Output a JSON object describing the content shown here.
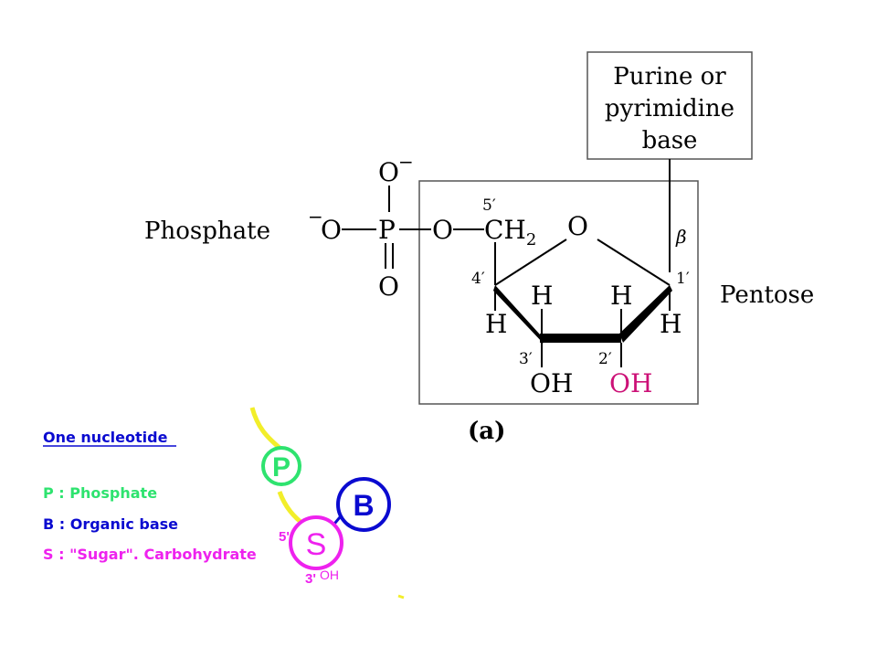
{
  "structure": {
    "base_box_lines": [
      "Purine or",
      "pyrimidine",
      "base"
    ],
    "phosphate_label": "Phosphate",
    "pentose_label": "Pentose",
    "panel_label": "(a)",
    "phosphate_group": {
      "charge_minus": "−",
      "oxygen": "O",
      "phosphorus": "P",
      "dash": "—"
    },
    "sugar": {
      "ring_oxygen": "O",
      "ch2_c": "CH",
      "ch2_sub": "2",
      "hydrogen": "H",
      "oh_3": "OH",
      "oh_2": "OH",
      "pos_5": "5′",
      "pos_4": "4′",
      "pos_3": "3′",
      "pos_2": "2′",
      "pos_1": "1′",
      "beta": "β"
    },
    "colors": {
      "text": "#000000",
      "oh_2_highlight": "#cc1177",
      "box_border": "#555555"
    }
  },
  "legend": {
    "title": "One nucleotide",
    "items": [
      {
        "key": "P",
        "text": "P : Phosphate",
        "color": "#2ee36f"
      },
      {
        "key": "B",
        "text": "B : Organic base",
        "color": "#0a0ad0"
      },
      {
        "key": "S",
        "text": "S : \"Sugar\". Carbohydrate",
        "color": "#ee22ee"
      }
    ],
    "title_color": "#0a0ad0"
  },
  "cartoon": {
    "p_letter": "P",
    "b_letter": "B",
    "s_letter": "S",
    "five_prime": "5'",
    "three_prime": "3'",
    "oh": "OH",
    "colors": {
      "phosphate": "#2ee36f",
      "base": "#0a0ad0",
      "sugar": "#ee22ee",
      "backbone": "#f2ee2a"
    }
  }
}
